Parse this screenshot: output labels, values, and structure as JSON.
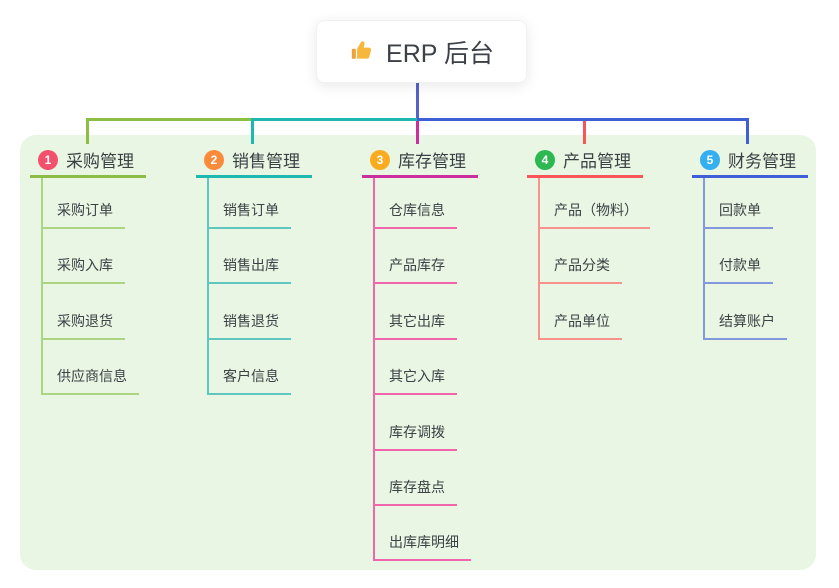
{
  "root": {
    "label": "ERP 后台",
    "icon": "thumbs-up-icon"
  },
  "colors": {
    "panel_bg": "#e8f6e3",
    "root_line": "#5463cb",
    "root_card_bg": "#ffffff",
    "text": "#3b4045"
  },
  "branches": [
    {
      "number": "1",
      "label": "采购管理",
      "badge_color": "#f3506d",
      "line_color": "#8cbe46",
      "child_line_color": "#abd581",
      "children": [
        "采购订单",
        "采购入库",
        "采购退货",
        "供应商信息"
      ]
    },
    {
      "number": "2",
      "label": "销售管理",
      "badge_color": "#fa8b3b",
      "line_color": "#1db8b0",
      "child_line_color": "#5ec7bf",
      "children": [
        "销售订单",
        "销售出库",
        "销售退货",
        "客户信息"
      ]
    },
    {
      "number": "3",
      "label": "库存管理",
      "badge_color": "#fbab20",
      "line_color": "#cb2f9e",
      "child_line_color": "#f065ab",
      "children": [
        "仓库信息",
        "产品库存",
        "其它出库",
        "其它入库",
        "库存调拨",
        "库存盘点",
        "出库库明细"
      ]
    },
    {
      "number": "4",
      "label": "产品管理",
      "badge_color": "#2db852",
      "line_color": "#f95659",
      "child_line_color": "#f5938c",
      "children": [
        "产品（物料）",
        "产品分类",
        "产品单位"
      ]
    },
    {
      "number": "5",
      "label": "财务管理",
      "badge_color": "#35aff0",
      "line_color": "#3f5fd6",
      "child_line_color": "#8297dd",
      "children": [
        "回款单",
        "付款单",
        "结算账户"
      ]
    }
  ]
}
